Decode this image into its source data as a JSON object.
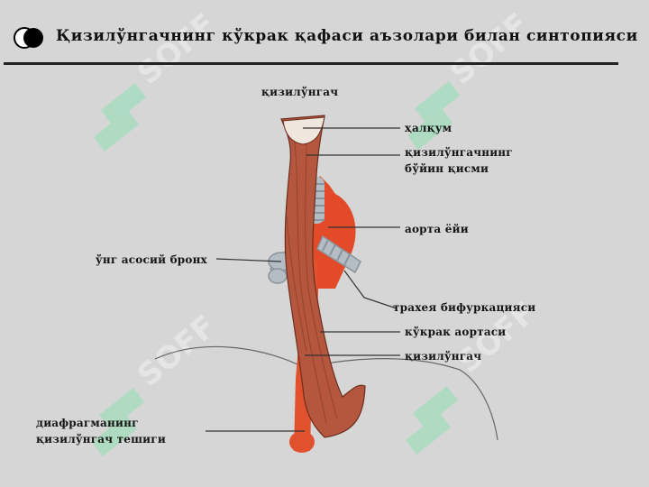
{
  "title": "Қизилўнгачнинг кўкрак қафаси аъзолари билан синтопияси",
  "watermark": "SOFF",
  "labels": {
    "esophagus_top": "қизилўнгач",
    "pharynx": "ҳалқум",
    "neck_part_1": "қизилўнгачнинг",
    "neck_part_2": "бўйин қисми",
    "aortic_arch": "аорта ёйи",
    "right_bronchus": "ўнг асосий бронх",
    "tracheal_bifurcation": "трахея бифуркацияси",
    "thoracic_aorta": "кўкрак аортаси",
    "esophagus_lower": "қизилўнгач",
    "diaphragm_1": "диафрагманинг",
    "diaphragm_2": "қизилўнгач тешиги"
  },
  "colors": {
    "background": "#d6d6d6",
    "muscle": "#b5563e",
    "aorta": "#e2512e",
    "trachea": "#aab4bd",
    "watermark": "#7fd8a8"
  }
}
